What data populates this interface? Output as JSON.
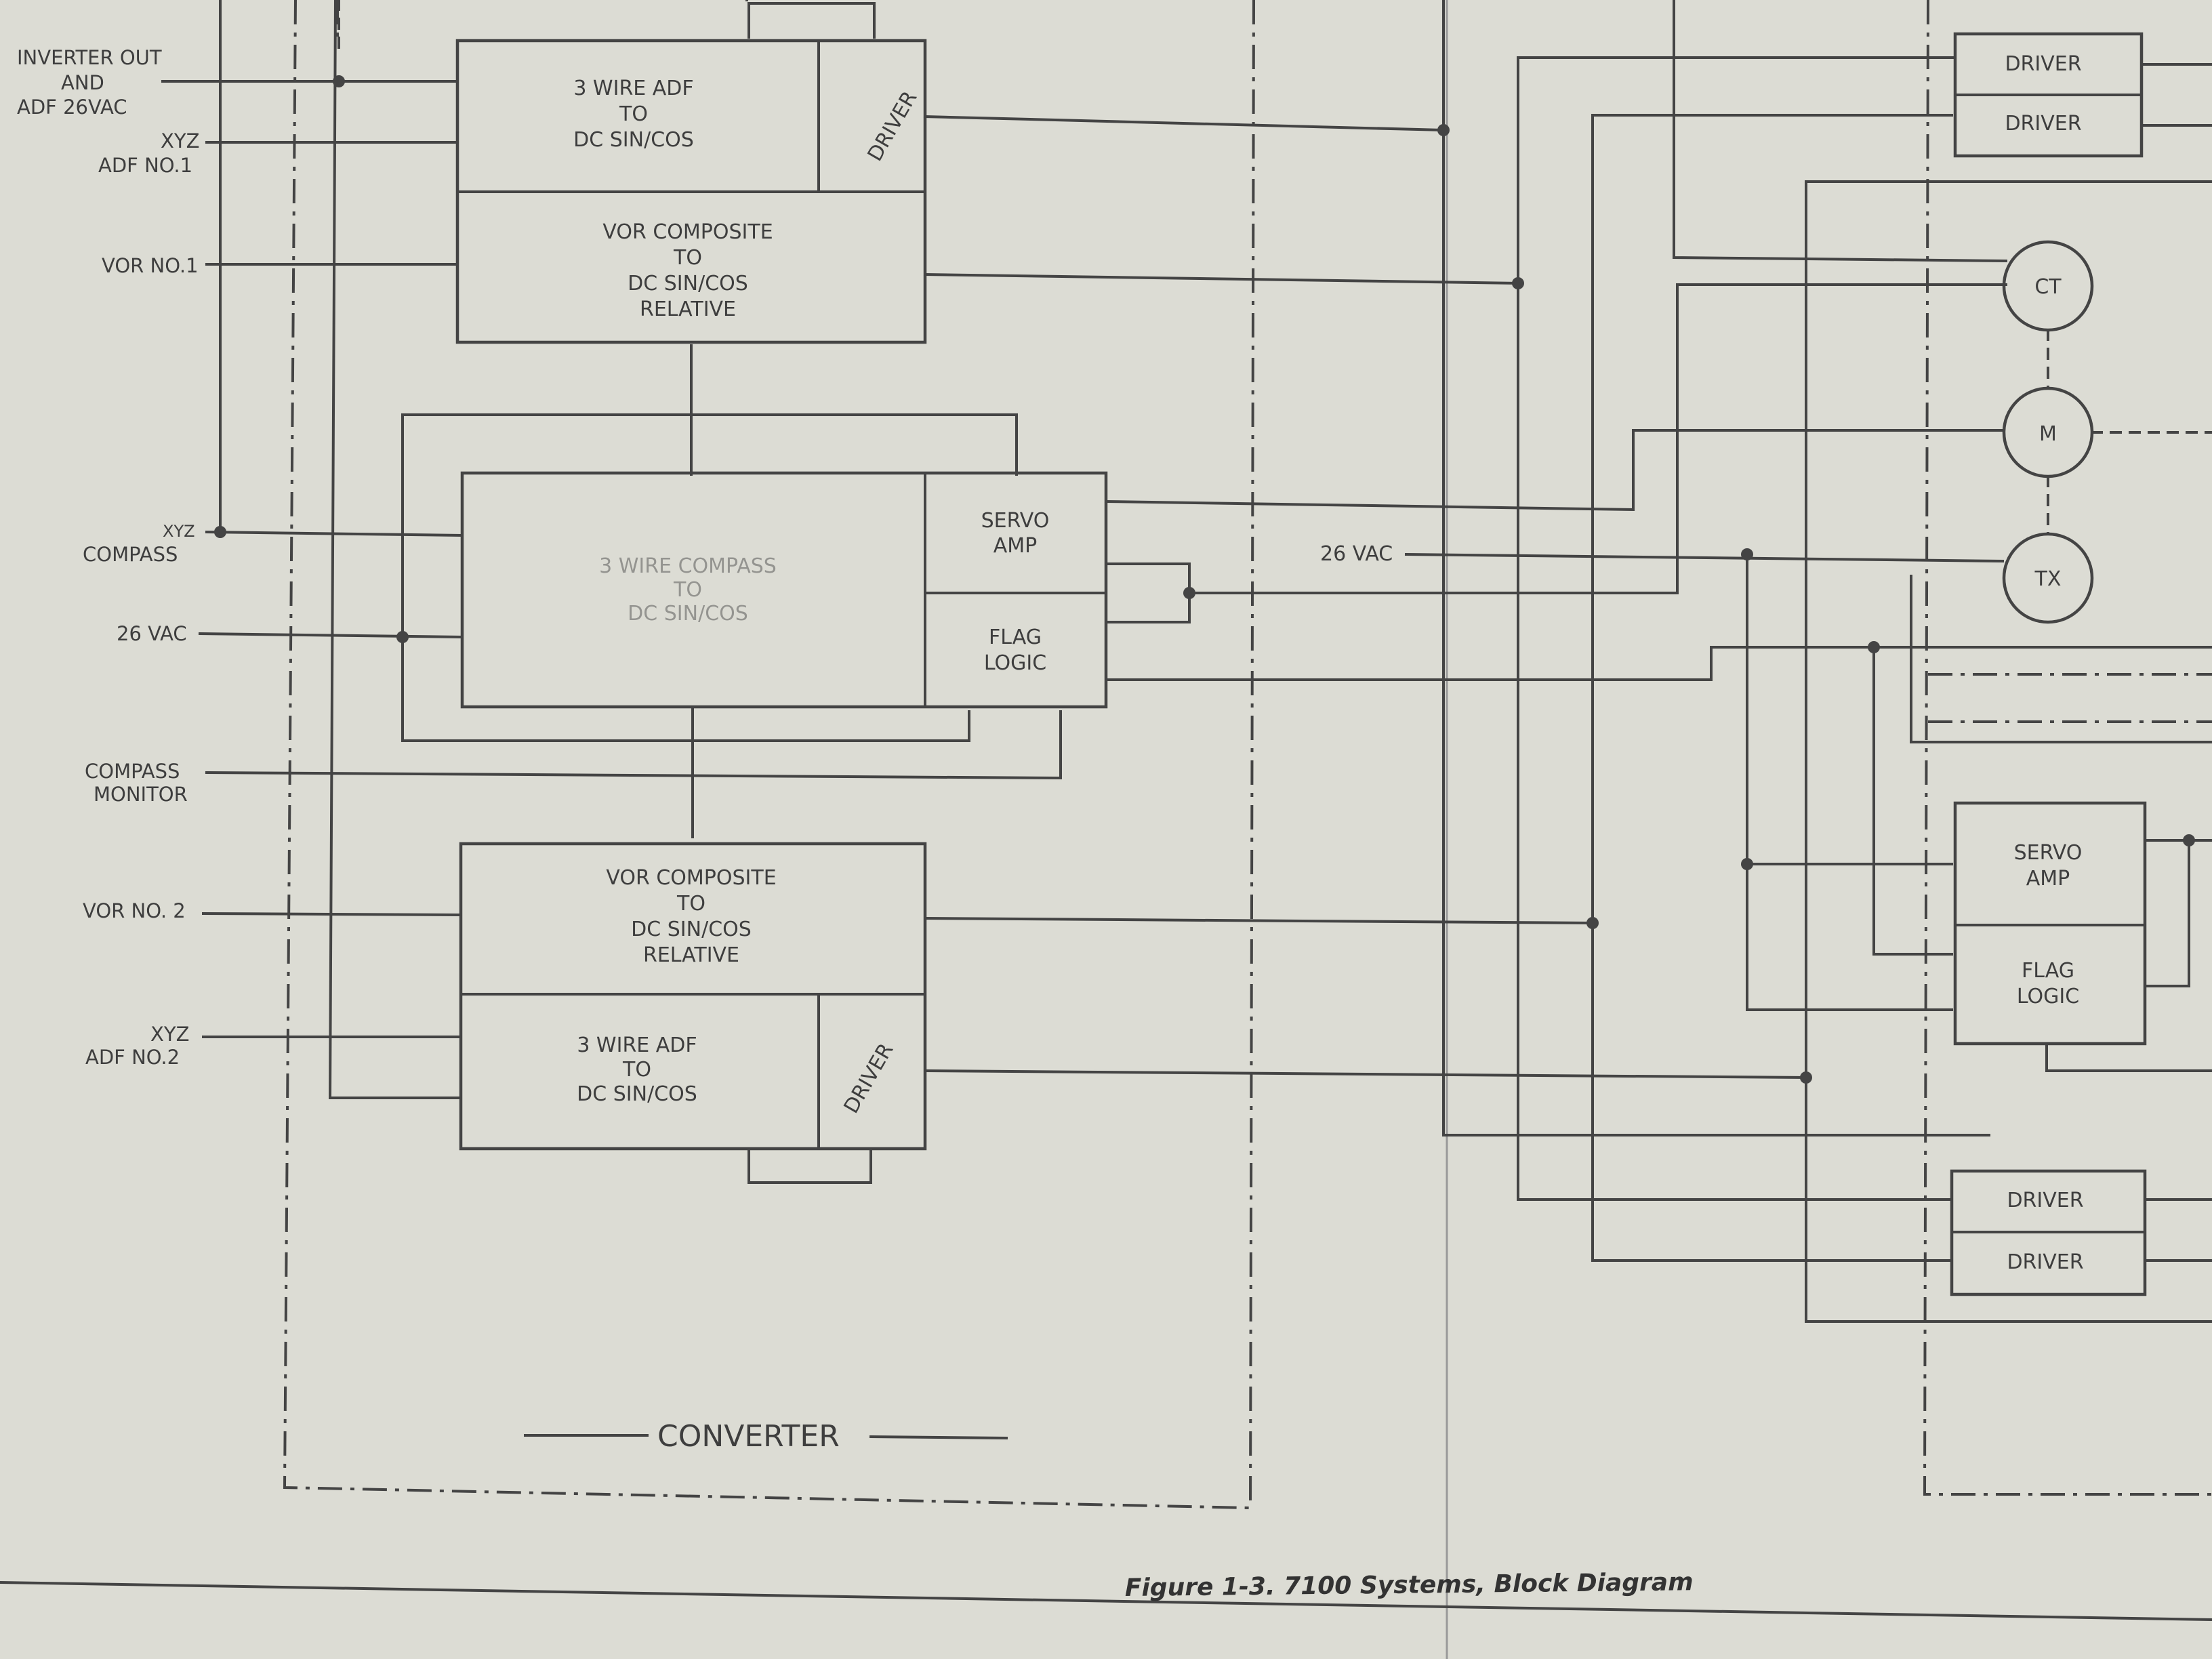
{
  "inputs_left": {
    "inverter_out": "INVERTER OUT",
    "and": "AND",
    "adf_26vac": "ADF 26VAC",
    "xyz_1": "XYZ",
    "adf_no1": "ADF NO.1",
    "vor_no1": "VOR NO.1",
    "xyz_compass": "XYZ",
    "compass": "COMPASS",
    "vac_26": "26 VAC",
    "compass_monitor_1": "COMPASS",
    "compass_monitor_2": "MONITOR",
    "vor_no2": "VOR NO. 2",
    "xyz_2": "XYZ",
    "adf_no2": "ADF NO.2"
  },
  "blocks": {
    "adf1": [
      "3 WIRE ADF",
      "TO",
      "DC SIN/COS"
    ],
    "driver_label": "DRIVER",
    "vor1": [
      "VOR COMPOSITE",
      "TO",
      "DC SIN/COS",
      "RELATIVE"
    ],
    "compass": [
      "3 WIRE COMPASS",
      "TO",
      "DC SIN/COS"
    ],
    "servo_amp": [
      "SERVO",
      "AMP"
    ],
    "flag_logic": [
      "FLAG",
      "LOGIC"
    ],
    "vor2": [
      "VOR COMPOSITE",
      "TO",
      "DC SIN/COS",
      "RELATIVE"
    ],
    "adf2": [
      "3 WIRE ADF",
      "TO",
      "DC SIN/COS"
    ]
  },
  "converter_label": "CONVERTER",
  "right": {
    "vac_26": "26 VAC",
    "driver": "DRIVER",
    "ct": "CT",
    "m": "M",
    "tx": "TX",
    "servo_amp": [
      "SERVO",
      "AMP"
    ],
    "flag_logic": [
      "FLAG",
      "LOGIC"
    ]
  },
  "caption": "Figure 1-3. 7100 Systems, Block Diagram"
}
